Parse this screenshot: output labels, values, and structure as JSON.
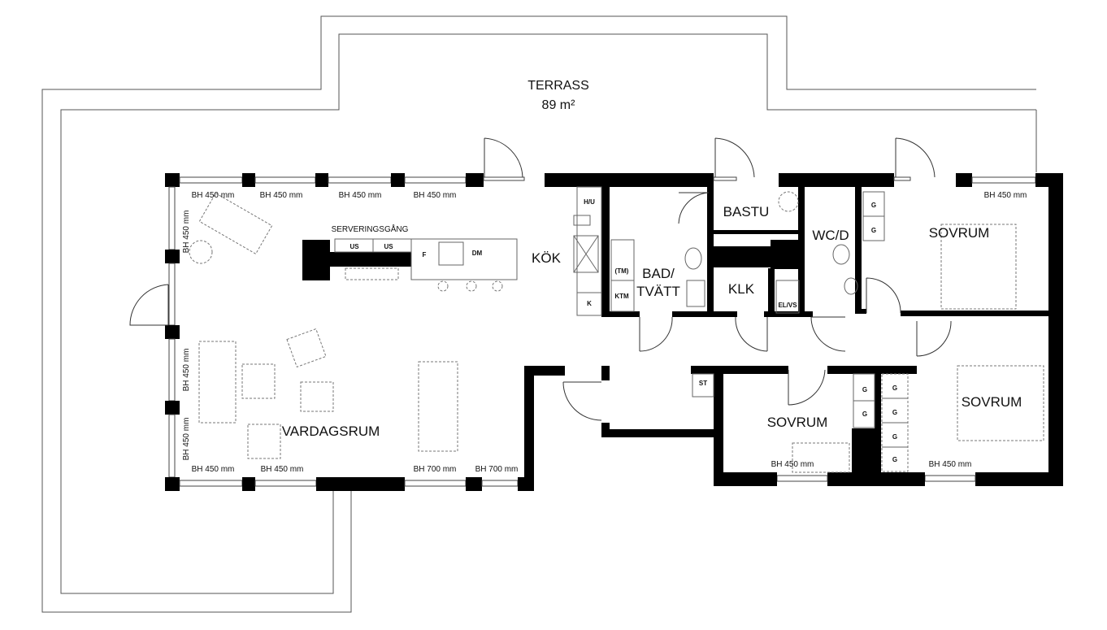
{
  "terrace": {
    "name": "TERRASS",
    "area": "89 m²"
  },
  "rooms": {
    "living": "VARDAGSRUM",
    "kitchen": "KÖK",
    "serving": "SERVERINGSGÅNG",
    "sauna": "BASTU",
    "bath": "BAD/",
    "bath2": "TVÄTT",
    "wc": "WC/D",
    "closet": "KLK",
    "bed1": "SOVRUM",
    "bed2": "SOVRUM",
    "bed3": "SOVRUM"
  },
  "fixtures": {
    "us1": "US",
    "us2": "US",
    "f": "F",
    "dm": "DM",
    "hu": "H/U",
    "k": "K",
    "tm": "(TM)",
    "ktm": "KTM",
    "elvs": "EL/VS",
    "st": "ST",
    "g": "G"
  },
  "sill_labels": {
    "bh450": "BH 450 mm",
    "bh700": "BH 700 mm"
  }
}
